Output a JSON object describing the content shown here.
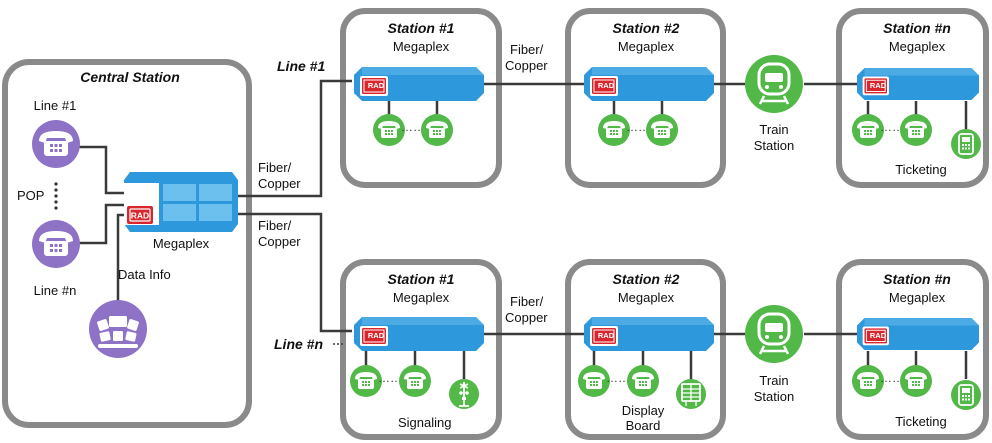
{
  "central_station": {
    "title": "Central Station",
    "line1_label": "Line #1",
    "pop_label": "POP",
    "linen_label": "Line #n",
    "megaplex_label": "Megaplex",
    "data_info_label": "Data Info"
  },
  "lines": {
    "line1": "Line #1",
    "linen": "Line #n"
  },
  "links": {
    "upper": [
      "Fiber/",
      "Copper"
    ],
    "lower": [
      "Fiber/",
      "Copper"
    ],
    "top_row": [
      "Fiber/",
      "Copper"
    ],
    "bottom_row": [
      "Fiber/",
      "Copper"
    ]
  },
  "top_row": {
    "s1_title": "Station #1",
    "s1_megaplex": "Megaplex",
    "s2_title": "Station #2",
    "s2_megaplex": "Megaplex",
    "sn_title": "Station #n",
    "sn_megaplex": "Megaplex",
    "sn_ticketing": "Ticketing",
    "train": [
      "Train",
      "Station"
    ]
  },
  "bottom_row": {
    "s1_title": "Station #1",
    "s1_megaplex": "Megaplex",
    "s1_signaling": "Signaling",
    "s2_title": "Station #2",
    "s2_megaplex": "Megaplex",
    "s2_display": [
      "Display",
      "Board"
    ],
    "sn_title": "Station #n",
    "sn_megaplex": "Megaplex",
    "sn_ticketing": "Ticketing",
    "train": [
      "Train",
      "Station"
    ]
  },
  "device_badge": "RAD",
  "colors": {
    "box_border": "#8a8a8a",
    "megaplex_blue": "#2e98dc",
    "megaplex_light": "#6cc0ee",
    "phone_green": "#52b848",
    "central_purple": "#8e72c6",
    "badge_red": "#d9262c",
    "line": "#3a3a3a"
  }
}
